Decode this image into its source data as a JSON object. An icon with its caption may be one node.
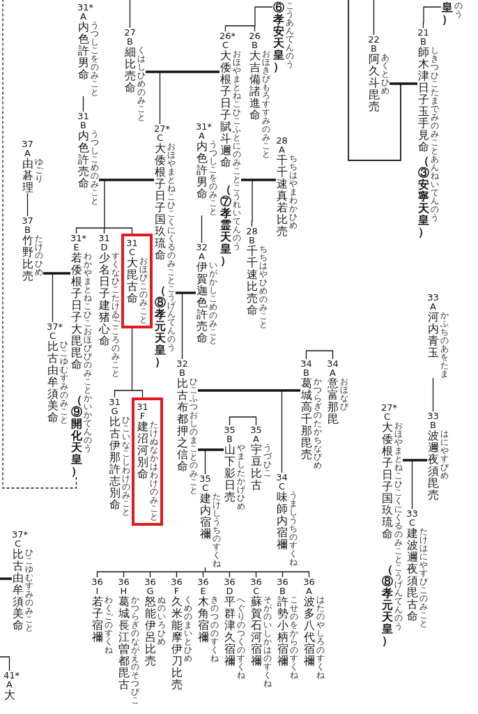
{
  "diagram": {
    "nodes": [
      {
        "text": [
          "31*",
          "A",
          "内色許男命",
          "うつしこをのみこと"
        ]
      },
      {
        "text": [
          "27",
          "B",
          "細比売命",
          "くはしひめのみこと"
        ]
      },
      {
        "text": [
          "26*",
          "C",
          "大倭根子日子賦斗邇命",
          "おほやまとねこひこふとにのみこと",
          "（⑦孝霊天皇）",
          "こうれいてんのう"
        ]
      },
      {
        "text": [
          "26",
          "B",
          "大吉備諸進命",
          "おほきびもろすすみのみこと"
        ]
      },
      {
        "text": [
          "⑥孝安天皇）",
          "こうあんてんのう"
        ]
      },
      {
        "text": [
          "22",
          "B",
          "阿久斗毘売",
          "あくとひめ"
        ]
      },
      {
        "text": [
          "21",
          "B",
          "師木津日子玉手見命",
          "しきつひこたまでみのみこと",
          "（③安寧天皇）",
          "あんねいてんのう"
        ]
      },
      {
        "text": [
          "皇）",
          "のう"
        ]
      },
      {
        "text": [
          "31",
          "B",
          "内色許売命",
          "うつしこめのみこと"
        ]
      },
      {
        "text": [
          "27*",
          "C",
          "大倭根子日子国玖琉命",
          "おほやまとねこひこくにくるのみこと",
          "（⑧孝元天皇）",
          "こうげんてんのう"
        ]
      },
      {
        "text": [
          "31*",
          "A",
          "内色許男命",
          "うつしこをのみこと"
        ]
      },
      {
        "text": [
          "28",
          "A",
          "千千速真若比売",
          "ちちはやまわかひめ"
        ]
      },
      {
        "text": [
          "28",
          "B",
          "千千速比売命",
          "ちちはやひめのみこと"
        ]
      },
      {
        "text": [
          "37",
          "A",
          "由碁理",
          "ゆごり"
        ]
      },
      {
        "text": [
          "37",
          "B",
          "竹野比売",
          "たけのひめ"
        ]
      },
      {
        "text": [
          "31*",
          "E",
          "若倭根子日子大毘毘命",
          "わかやまとねこひこおほびびのみこと",
          "（⑨開化天皇）",
          "かいかてんのう"
        ]
      },
      {
        "text": [
          "31",
          "D",
          "少名日子建猪心命",
          "すくなひこたけゐごころのみこと"
        ]
      },
      {
        "text": [
          "31",
          "C",
          "大毘古命",
          "おほびこのみこと"
        ]
      },
      {
        "text": [
          "32",
          "A",
          "伊賀迦色許売命",
          "いがかしこめのみこと"
        ]
      },
      {
        "text": [
          "37*",
          "C",
          "比古由牟須美命",
          "ひこゆむすみのみこと"
        ]
      },
      {
        "text": [
          "31",
          "G",
          "比古伊那許志別命",
          "ひこいなこしわけのみこと"
        ]
      },
      {
        "text": [
          "31",
          "F",
          "建沼河別命",
          "たけぬなかはわけのみこと"
        ]
      },
      {
        "text": [
          "32",
          "B",
          "比古布都押之信命",
          "ひこふつおしのまことのみこと"
        ]
      },
      {
        "text": [
          "35",
          "B",
          "山下影日売",
          "やましたかげひめ"
        ]
      },
      {
        "text": [
          "35",
          "A",
          "宇豆比古",
          "うづひこ"
        ]
      },
      {
        "text": [
          "34",
          "B",
          "葛城高千那毘売",
          "かつらぎのたかちなびめ"
        ]
      },
      {
        "text": [
          "34",
          "A",
          "意富那毘",
          "おほなび"
        ]
      },
      {
        "text": [
          "34",
          "C",
          "味師内宿禰",
          "うましうちのすくね"
        ]
      },
      {
        "text": [
          "35",
          "C",
          "建内宿禰",
          "たけしうちのすくね"
        ]
      },
      {
        "text": [
          "33",
          "A",
          "河内青玉",
          "かふちのあをたま"
        ]
      },
      {
        "text": [
          "27*",
          "C",
          "大倭根子日子国玖琉命",
          "おほやまとねこひこくにくるのみこと",
          "（⑧孝元天皇）",
          "こうげんてんのう"
        ]
      },
      {
        "text": [
          "33",
          "B",
          "波邇夜須毘売",
          "はにやすびめ"
        ]
      },
      {
        "text": [
          "33",
          "C",
          "建波邇夜須毘古命",
          "たけはにやすびこのみこと"
        ]
      },
      {
        "text": [
          "37*",
          "C",
          "比古由牟須美命",
          "ひこゆむすみのみこと"
        ]
      },
      {
        "text": [
          "36",
          "I",
          "若子宿禰",
          "わくごのすくね"
        ]
      },
      {
        "text": [
          "36",
          "H",
          "葛城長江曽都毘古",
          "かつらぎのながえのそつびこ"
        ]
      },
      {
        "text": [
          "36",
          "G",
          "怒能伊呂比売",
          "ぬのいろひめ"
        ]
      },
      {
        "text": [
          "36",
          "F",
          "久米能摩伊刀比売",
          "くめのまいとひめ"
        ]
      },
      {
        "text": [
          "36",
          "E",
          "木角宿禰",
          "きのつののすくね"
        ]
      },
      {
        "text": [
          "36",
          "D",
          "平群津久宿禰",
          "へぐりのつくのすくね"
        ]
      },
      {
        "text": [
          "36",
          "C",
          "蘇賀石河宿禰",
          "そがのいしかはのすくね"
        ]
      },
      {
        "text": [
          "36",
          "B",
          "許勢小柄宿禰",
          "こせのをからのすくね"
        ]
      },
      {
        "text": [
          "36",
          "A",
          "波多八代宿禰",
          "はたのやしろのすくね"
        ]
      },
      {
        "text": [
          "41*",
          "A",
          "大"
        ]
      }
    ],
    "edges": [
      {
        "from": null,
        "to": 1,
        "arrow": "none"
      },
      {
        "from": 0,
        "to": 8,
        "arrow": "none"
      },
      {
        "from": 4,
        "to": 2,
        "arrow": "none"
      },
      {
        "from": 4,
        "to": 3,
        "arrow": "none"
      },
      {
        "from": null,
        "to": 5,
        "arrow": "none"
      },
      {
        "from": 7,
        "to": 6,
        "arrow": "none"
      },
      {
        "from": 1,
        "to": 2,
        "arrow": "none",
        "style": "thick"
      },
      {
        "from": 1,
        "to": 9,
        "arrow": "none"
      },
      {
        "from": 2,
        "to": 9,
        "arrow": "none"
      },
      {
        "from": 2,
        "to": 11,
        "arrow": "none",
        "style": "thick"
      },
      {
        "from": 2,
        "to": 12,
        "arrow": "none"
      },
      {
        "from": 11,
        "to": 12,
        "arrow": "none"
      },
      {
        "from": 5,
        "to": 6,
        "arrow": "none",
        "style": "thick"
      },
      {
        "from": 5,
        "to": null,
        "arrow": "none"
      },
      {
        "from": 6,
        "to": null,
        "arrow": "none"
      },
      {
        "from": 8,
        "to": 9,
        "arrow": "none",
        "style": "thick"
      },
      {
        "from": 8,
        "to": 15,
        "arrow": "none"
      },
      {
        "from": 8,
        "to": 16,
        "arrow": "none"
      },
      {
        "from": 8,
        "to": 17,
        "arrow": "none"
      },
      {
        "from": 9,
        "to": 15,
        "arrow": "none"
      },
      {
        "from": 9,
        "to": 16,
        "arrow": "none"
      },
      {
        "from": 9,
        "to": 17,
        "arrow": "none"
      },
      {
        "from": 9,
        "to": 18,
        "arrow": "none",
        "style": "thick"
      },
      {
        "from": 9,
        "to": 22,
        "arrow": "none"
      },
      {
        "from": 18,
        "to": 22,
        "arrow": "none"
      },
      {
        "from": 10,
        "to": 18,
        "arrow": "none"
      },
      {
        "from": 13,
        "to": 14,
        "arrow": "none"
      },
      {
        "from": 14,
        "to": 15,
        "arrow": "none",
        "style": "thick"
      },
      {
        "from": 14,
        "to": 19,
        "arrow": "none"
      },
      {
        "from": 15,
        "to": 19,
        "arrow": "none"
      },
      {
        "from": 15,
        "to": null,
        "arrow": "none",
        "style": "dashed"
      },
      {
        "from": 17,
        "to": 20,
        "arrow": "none"
      },
      {
        "from": 17,
        "to": 21,
        "arrow": "none"
      },
      {
        "from": 22,
        "to": 25,
        "arrow": "none",
        "style": "thick"
      },
      {
        "from": 22,
        "to": 27,
        "arrow": "none"
      },
      {
        "from": 25,
        "to": 27,
        "arrow": "none"
      },
      {
        "from": 22,
        "to": 23,
        "arrow": "none",
        "style": "thick"
      },
      {
        "from": 22,
        "to": 28,
        "arrow": "none"
      },
      {
        "from": 23,
        "to": 28,
        "arrow": "none"
      },
      {
        "from": 23,
        "to": 24,
        "arrow": "none"
      },
      {
        "from": 25,
        "to": 26,
        "arrow": "none"
      },
      {
        "from": 29,
        "to": 31,
        "arrow": "none"
      },
      {
        "from": 30,
        "to": 31,
        "arrow": "none",
        "style": "thick"
      },
      {
        "from": 30,
        "to": 32,
        "arrow": "none"
      },
      {
        "from": 31,
        "to": 32,
        "arrow": "none"
      },
      {
        "from": 28,
        "to": 34,
        "arrow": "none"
      },
      {
        "from": 28,
        "to": 35,
        "arrow": "none"
      },
      {
        "from": 28,
        "to": 36,
        "arrow": "none"
      },
      {
        "from": 28,
        "to": 37,
        "arrow": "none"
      },
      {
        "from": 28,
        "to": 38,
        "arrow": "none"
      },
      {
        "from": 28,
        "to": 39,
        "arrow": "none"
      },
      {
        "from": 28,
        "to": 40,
        "arrow": "none"
      },
      {
        "from": 28,
        "to": 41,
        "arrow": "none"
      },
      {
        "from": 28,
        "to": 42,
        "arrow": "none"
      },
      {
        "from": null,
        "to": 33,
        "arrow": "none",
        "style": "thick"
      },
      {
        "from": null,
        "to": 43,
        "arrow": "none"
      }
    ]
  }
}
